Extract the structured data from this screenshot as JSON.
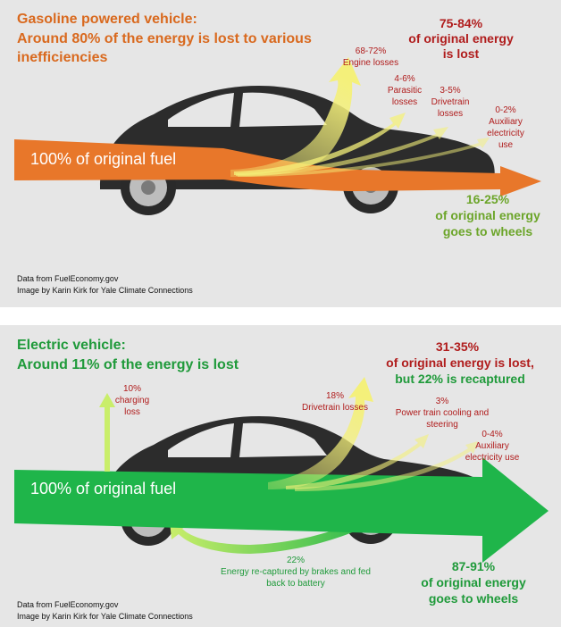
{
  "colors": {
    "panel_bg": "#e6e6e6",
    "gas_accent": "#e8772a",
    "gas_title": "#d9691e",
    "loss_red": "#b01c1c",
    "wheel_green": "#6ca52a",
    "ev_green": "#1fb54a",
    "ev_title": "#1f9a3a",
    "loss_yellow": "#f4f07a",
    "car_body": "#2c2c2c"
  },
  "gas": {
    "title_line1": "Gasoline powered vehicle:",
    "title_line2": "Around 80% of the energy is lost to various",
    "title_line3": "inefficiencies",
    "lost_line1": "75-84%",
    "lost_line2": "of original energy",
    "lost_line3": "is lost",
    "engine_pct": "68-72%",
    "engine_label": "Engine losses",
    "parasitic_pct": "4-6%",
    "parasitic_line1": "Parasitic",
    "parasitic_line2": "losses",
    "drivetrain_pct": "3-5%",
    "drivetrain_line1": "Drivetrain",
    "drivetrain_line2": "losses",
    "aux_pct": "0-2%",
    "aux_line1": "Auxiliary",
    "aux_line2": "electricity",
    "aux_line3": "use",
    "fuel_label": "100% of original fuel",
    "wheels_line1": "16-25%",
    "wheels_line2": "of original energy",
    "wheels_line3": "goes to wheels",
    "credit_line1": "Data from FuelEconomy.gov",
    "credit_line2": "Image by Karin Kirk for Yale Climate Connections"
  },
  "ev": {
    "title_line1": "Electric vehicle:",
    "title_line2": "Around 11% of the energy is lost",
    "lost_line1": "31-35%",
    "lost_line2": "of original energy is lost,",
    "lost_line3": "but 22% is recaptured",
    "charging_pct": "10%",
    "charging_line1": "charging",
    "charging_line2": "loss",
    "drivetrain_pct": "18%",
    "drivetrain_label": "Drivetrain losses",
    "cooling_pct": "3%",
    "cooling_line1": "Power train cooling and",
    "cooling_line2": "steering",
    "aux_pct": "0-4%",
    "aux_line1": "Auxiliary",
    "aux_line2": "electricity use",
    "fuel_label": "100% of original fuel",
    "recapture_pct": "22%",
    "recapture_line1": "Energy re-captured by brakes and fed",
    "recapture_line2": "back to battery",
    "wheels_line1": "87-91%",
    "wheels_line2": "of original energy",
    "wheels_line3": "goes to wheels",
    "credit_line1": "Data from FuelEconomy.gov",
    "credit_line2": "Image by Karin Kirk for Yale Climate Connections"
  }
}
